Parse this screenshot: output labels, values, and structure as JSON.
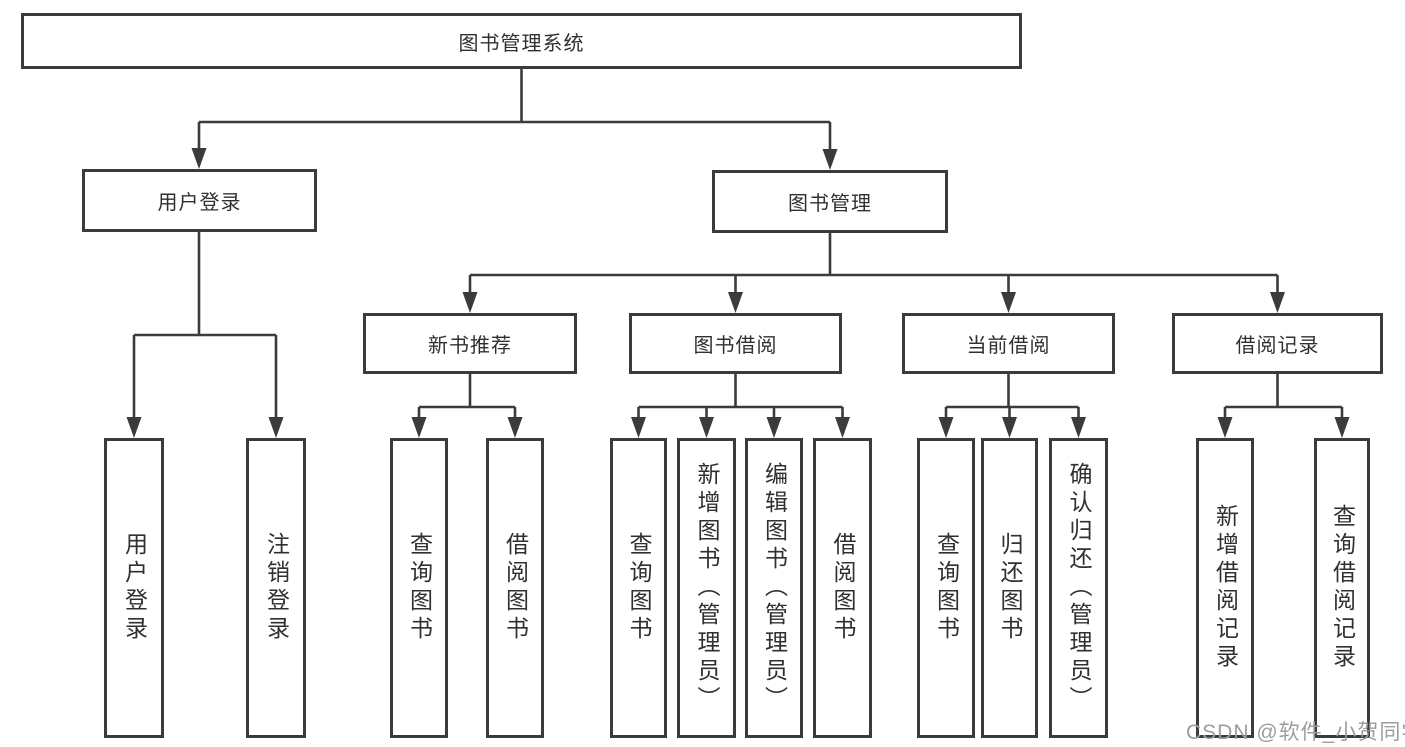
{
  "watermark": "CSDN @软件_小贺同学",
  "colors": {
    "line": "#3b3b3b",
    "text": "#303030",
    "watermark": "#9d9d9d",
    "background": "#ffffff"
  },
  "tree": {
    "root": {
      "label": "图书管理系统",
      "children": [
        {
          "label": "用户登录",
          "children": [
            {
              "label": "用户登录"
            },
            {
              "label": "注销登录"
            }
          ]
        },
        {
          "label": "图书管理",
          "children": [
            {
              "label": "新书推荐",
              "children": [
                {
                  "label": "查询图书"
                },
                {
                  "label": "借阅图书"
                }
              ]
            },
            {
              "label": "图书借阅",
              "children": [
                {
                  "label": "查询图书"
                },
                {
                  "label": "新增图书（管理员）"
                },
                {
                  "label": "编辑图书（管理员）"
                },
                {
                  "label": "借阅图书"
                }
              ]
            },
            {
              "label": "当前借阅",
              "children": [
                {
                  "label": "查询图书"
                },
                {
                  "label": "归还图书"
                },
                {
                  "label": "确认归还（管理员）"
                }
              ]
            },
            {
              "label": "借阅记录",
              "children": [
                {
                  "label": "新增借阅记录"
                },
                {
                  "label": "查询借阅记录"
                }
              ]
            }
          ]
        }
      ]
    }
  }
}
